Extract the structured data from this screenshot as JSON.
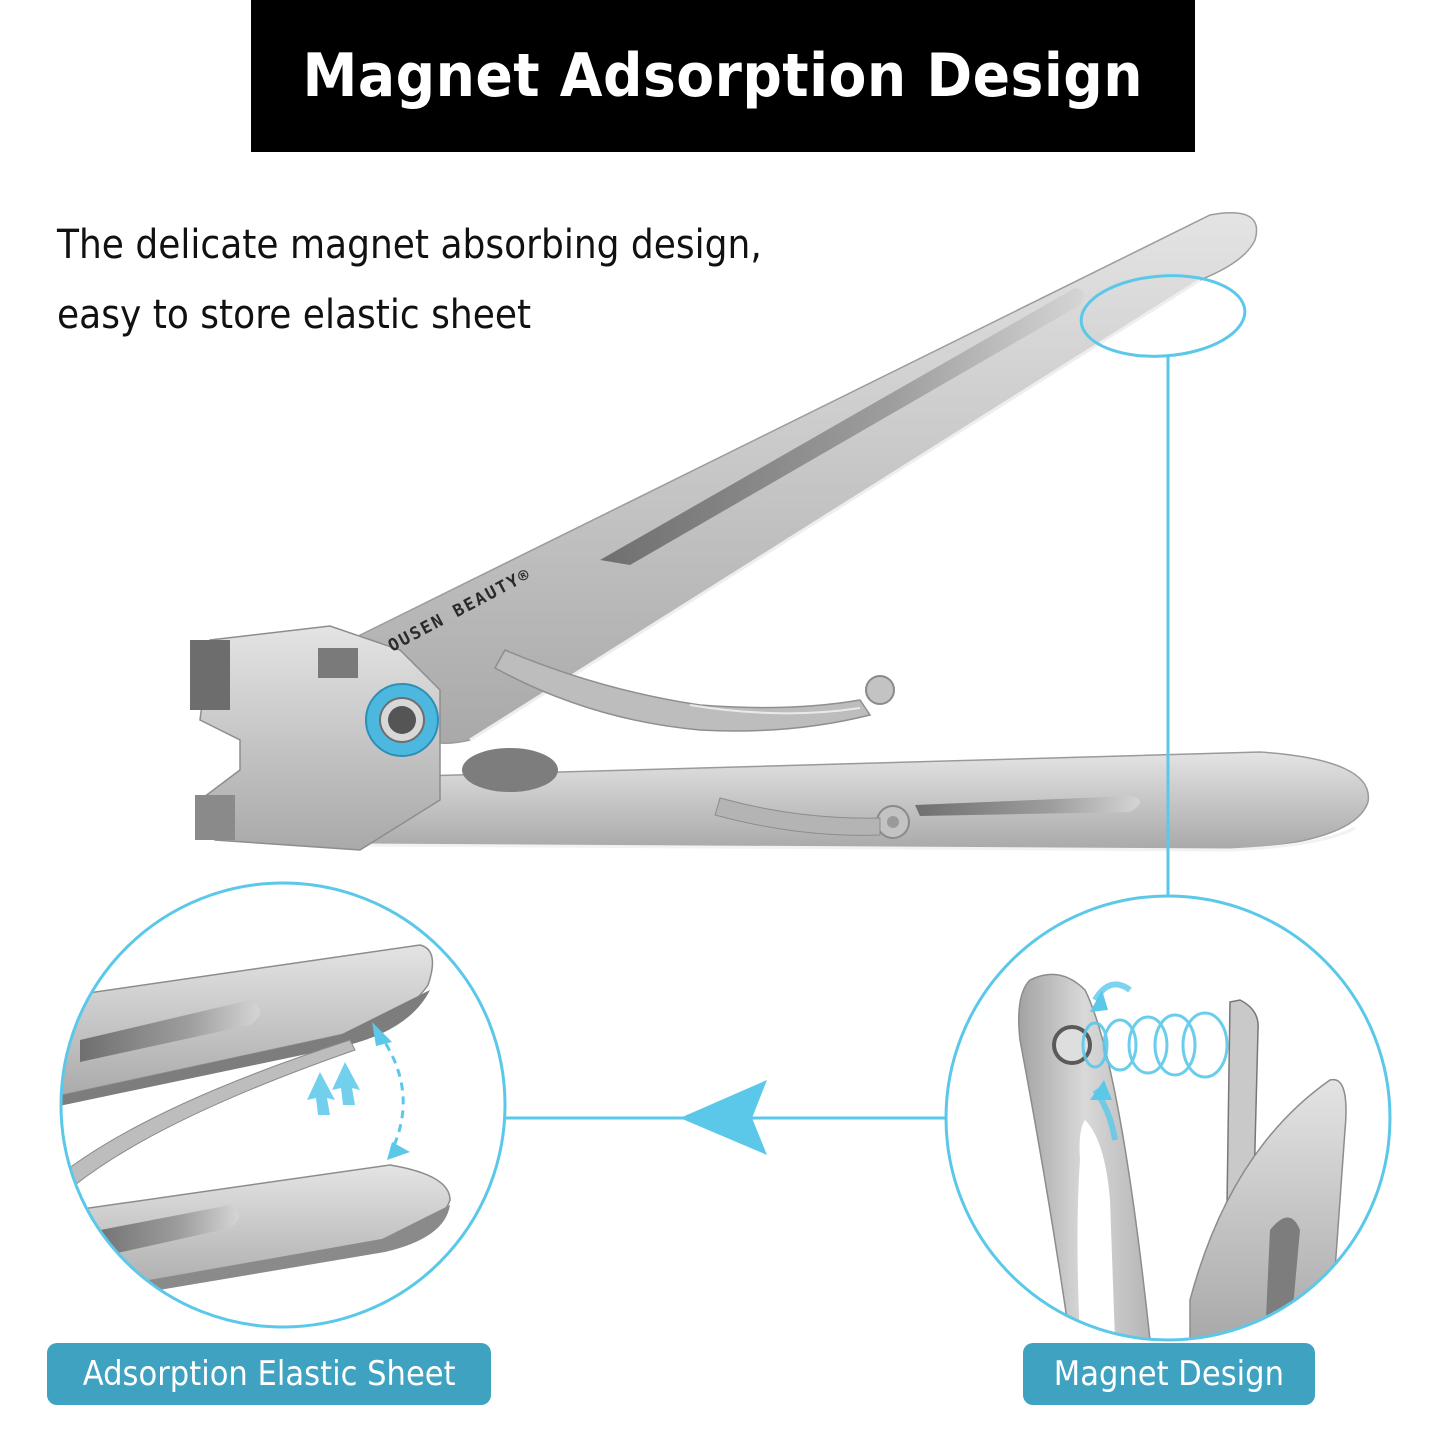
{
  "header": {
    "title": "Magnet Adsorption Design",
    "background": "#000000",
    "text_color": "#ffffff"
  },
  "description": {
    "line1": "The delicate magnet absorbing design,",
    "line2": "easy to store elastic sheet"
  },
  "product": {
    "brand_engraving": "OUSEN BEAUTY®",
    "pivot_ring_color": "#4cb8e0",
    "metal_color": "#c9c9c9"
  },
  "callouts": {
    "accent_color": "#5bc8ea",
    "left": {
      "label": "Adsorption Elastic Sheet"
    },
    "right": {
      "label": "Magnet Design"
    },
    "label_background": "#3fa2c1"
  },
  "icons": {
    "connector_arrow": "arrow-left-icon",
    "magnet_waves": "magnet-waves-icon",
    "spring_arrows": "up-arrows-icon",
    "swing_arrow": "double-arrow-curve-icon"
  }
}
